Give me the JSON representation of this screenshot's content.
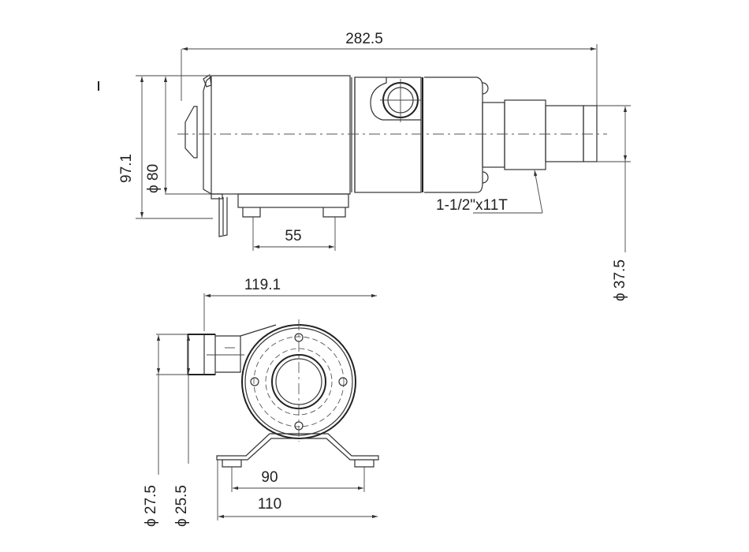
{
  "drawing": {
    "subject": "Pump technical dimension drawing",
    "units": "mm",
    "side_view": {
      "overall_length": "282.5",
      "overall_height": "97.1",
      "body_diameter": "ϕ 80",
      "foot_spacing": "55",
      "port_diameter": "ϕ 37.5",
      "thread_callout": "1-1/2\"x11T"
    },
    "end_view": {
      "port_offset_width": "119.1",
      "port_outer_diameter": "ϕ 27.5",
      "port_inner_diameter": "ϕ 25.5",
      "bracket_hole_spacing": "90",
      "bracket_width": "110"
    }
  }
}
